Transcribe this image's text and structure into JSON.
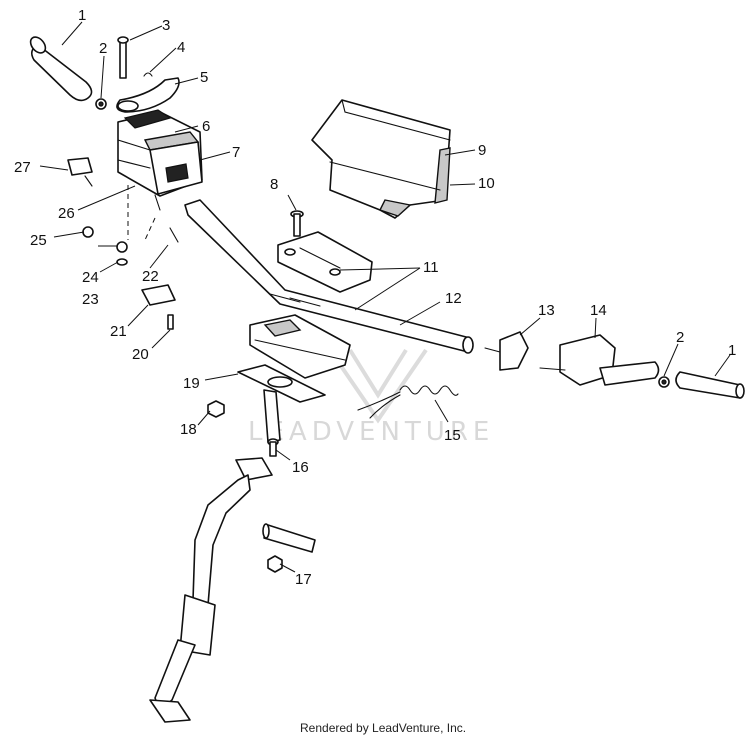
{
  "callouts": {
    "c1a": "1",
    "c2a": "2",
    "c3": "3",
    "c4": "4",
    "c5": "5",
    "c6": "6",
    "c7": "7",
    "c8": "8",
    "c9": "9",
    "c10": "10",
    "c11": "11",
    "c12": "12",
    "c13": "13",
    "c14": "14",
    "c2b": "2",
    "c1b": "1",
    "c15": "15",
    "c16": "16",
    "c17": "17",
    "c18": "18",
    "c19": "19",
    "c20": "20",
    "c21": "21",
    "c22": "22",
    "c23": "23",
    "c24": "24",
    "c25": "25",
    "c26": "26",
    "c27": "27"
  },
  "watermark": {
    "text": "LEADVENTURE"
  },
  "footer": {
    "text": "Rendered by LeadVenture, Inc."
  },
  "colors": {
    "line": "#111111",
    "shade": "#c8c8c8",
    "watermark": "#d8d8d8"
  }
}
